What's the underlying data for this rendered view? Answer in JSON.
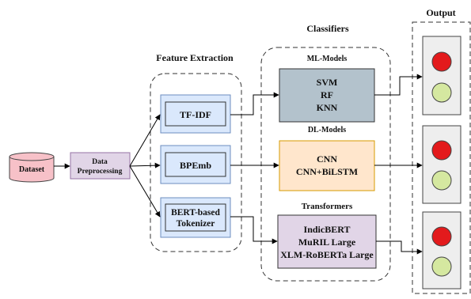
{
  "sections": {
    "feature_extraction": "Feature Extraction",
    "classifiers": "Classifiers",
    "output": "Output"
  },
  "input": {
    "dataset": "Dataset",
    "preprocessing_line1": "Data",
    "preprocessing_line2": "Preprocessing"
  },
  "features": {
    "tfidf": "TF-IDF",
    "bpemb": "BPEmb",
    "bert_line1": "BERT-based",
    "bert_line2": "Tokenizer"
  },
  "groups": {
    "ml": "ML-Models",
    "dl": "DL-Models",
    "transformers": "Transformers"
  },
  "models": {
    "ml": [
      "SVM",
      "RF",
      "KNN"
    ],
    "dl": [
      "CNN",
      "CNN+BiLSTM"
    ],
    "transformers": [
      "IndicBERT",
      "MuRIL Large",
      "XLM-RoBERTa Large"
    ]
  },
  "colors": {
    "dataset_fill": "#f7c1c8",
    "preprocessing_fill": "#e1d5e7",
    "feature_fill": "#dae8fc",
    "feature_border": "#6c8ebf",
    "ml_fill": "#b3c2cc",
    "dl_fill": "#ffe6cc",
    "dl_border": "#d79b00",
    "transformer_fill": "#e1d5e7",
    "output_fill": "#eeeeee",
    "light_red": "#e31a1c",
    "light_green": "#d5e8a0"
  }
}
